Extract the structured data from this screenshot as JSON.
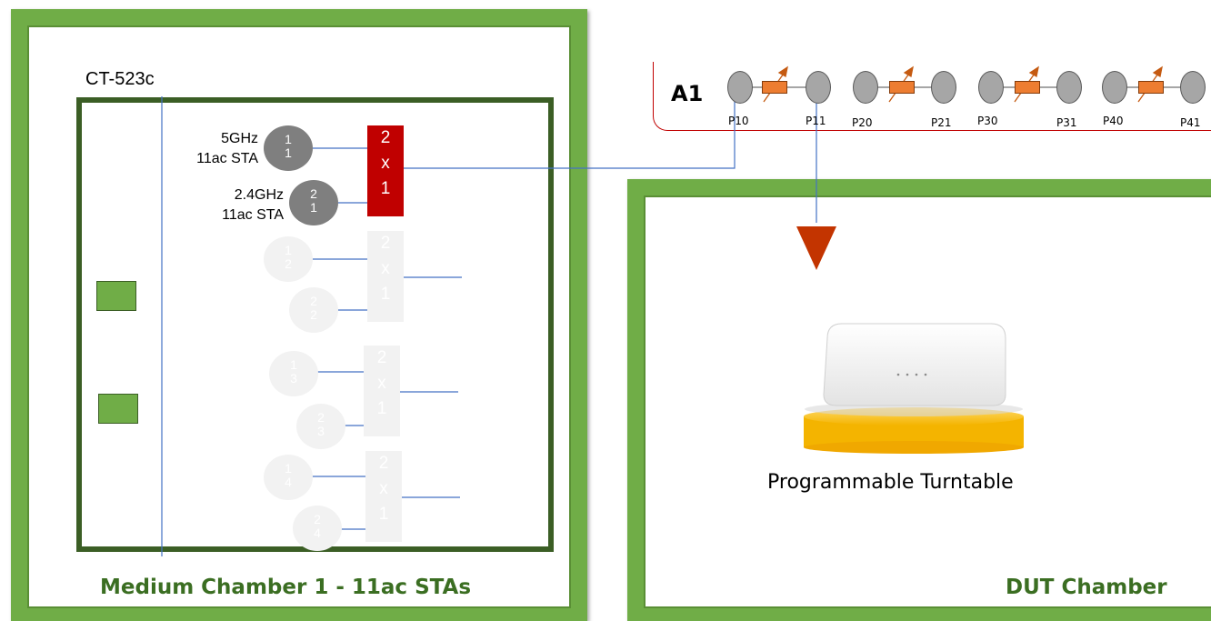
{
  "left_chamber": {
    "title": "Medium Chamber 1 - 11ac STAs",
    "device_label": "CT-523c",
    "sta_labels": [
      {
        "line1": "5GHz",
        "line2": "11ac STA"
      },
      {
        "line1": "2.4GHz",
        "line2": "11ac STA"
      }
    ],
    "combiner_text": [
      "2",
      "x",
      "1"
    ],
    "groups": [
      {
        "radios": [
          {
            "top": "1",
            "bottom": "1"
          },
          {
            "top": "2",
            "bottom": "1"
          }
        ],
        "active": true
      },
      {
        "radios": [
          {
            "top": "1",
            "bottom": "2"
          },
          {
            "top": "2",
            "bottom": "2"
          }
        ],
        "active": false
      },
      {
        "radios": [
          {
            "top": "1",
            "bottom": "3"
          },
          {
            "top": "2",
            "bottom": "3"
          }
        ],
        "active": false
      },
      {
        "radios": [
          {
            "top": "1",
            "bottom": "4"
          },
          {
            "top": "2",
            "bottom": "4"
          }
        ],
        "active": false
      }
    ]
  },
  "attenuator": {
    "name": "A1",
    "ports": [
      "P10",
      "P11",
      "P20",
      "P21",
      "P30",
      "P31",
      "P40",
      "P41"
    ]
  },
  "right_chamber": {
    "title": "DUT Chamber",
    "turntable_label": "Programmable Turntable"
  },
  "colors": {
    "chamber_green": "#70ad47",
    "inner_dark_green": "#3b5e25",
    "combiner_red": "#c00000",
    "attenuator_orange": "#ed7d31",
    "line_blue": "#4472c4",
    "arrow_red": "#c33400"
  }
}
